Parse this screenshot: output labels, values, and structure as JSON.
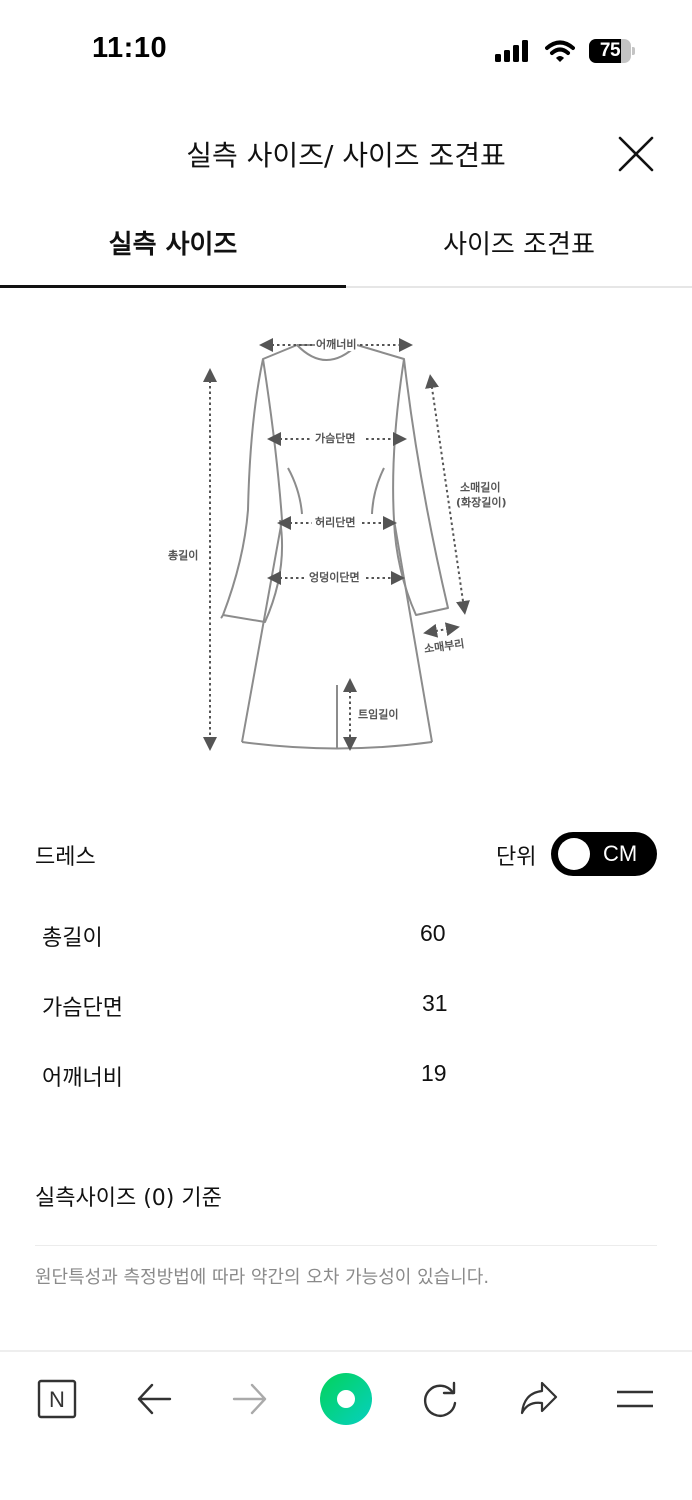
{
  "status_bar": {
    "time": "11:10",
    "battery_level": "75",
    "signal_icon": "cellular-signal-icon",
    "wifi_icon": "wifi-icon"
  },
  "header": {
    "title": "실측 사이즈/ 사이즈 조견표",
    "close_icon": "close-icon"
  },
  "tabs": [
    {
      "label": "실측 사이즈",
      "active": true
    },
    {
      "label": "사이즈 조견표",
      "active": false
    }
  ],
  "diagram": {
    "labels": {
      "shoulder": "어깨너비",
      "chest": "가슴단면",
      "waist": "허리단면",
      "hip": "엉덩이단면",
      "total_length": "총길이",
      "sleeve_length": "소매길이",
      "sleeve_length_sub": "(화장길이)",
      "cuff": "소매부리",
      "slit_length": "트임길이"
    },
    "line_color": "#8c8c8c",
    "label_color": "#555555"
  },
  "size_section": {
    "product_name": "드레스",
    "unit_label": "단위",
    "unit_value": "CM",
    "rows": [
      {
        "label": "총길이",
        "value": "60"
      },
      {
        "label": "가슴단면",
        "value": "31"
      },
      {
        "label": "어깨너비",
        "value": "19"
      }
    ]
  },
  "footer_info": {
    "basis": "실측사이즈 (0) 기준",
    "note": "원단특성과 측정방법에 따라 약간의 오차 가능성이 있습니다."
  },
  "bottom_bar": {
    "items": [
      {
        "name": "naver-home-icon",
        "glyph": "N"
      },
      {
        "name": "back-arrow-icon"
      },
      {
        "name": "forward-arrow-icon",
        "disabled": true
      },
      {
        "name": "naver-green-dot-icon",
        "color": "#03c75a"
      },
      {
        "name": "refresh-icon"
      },
      {
        "name": "share-icon"
      },
      {
        "name": "menu-icon"
      }
    ]
  },
  "colors": {
    "text": "#111111",
    "muted_text": "#8a8a8a",
    "accent_green": "#03c75a",
    "toggle_bg": "#000000",
    "divider": "#ececec"
  }
}
